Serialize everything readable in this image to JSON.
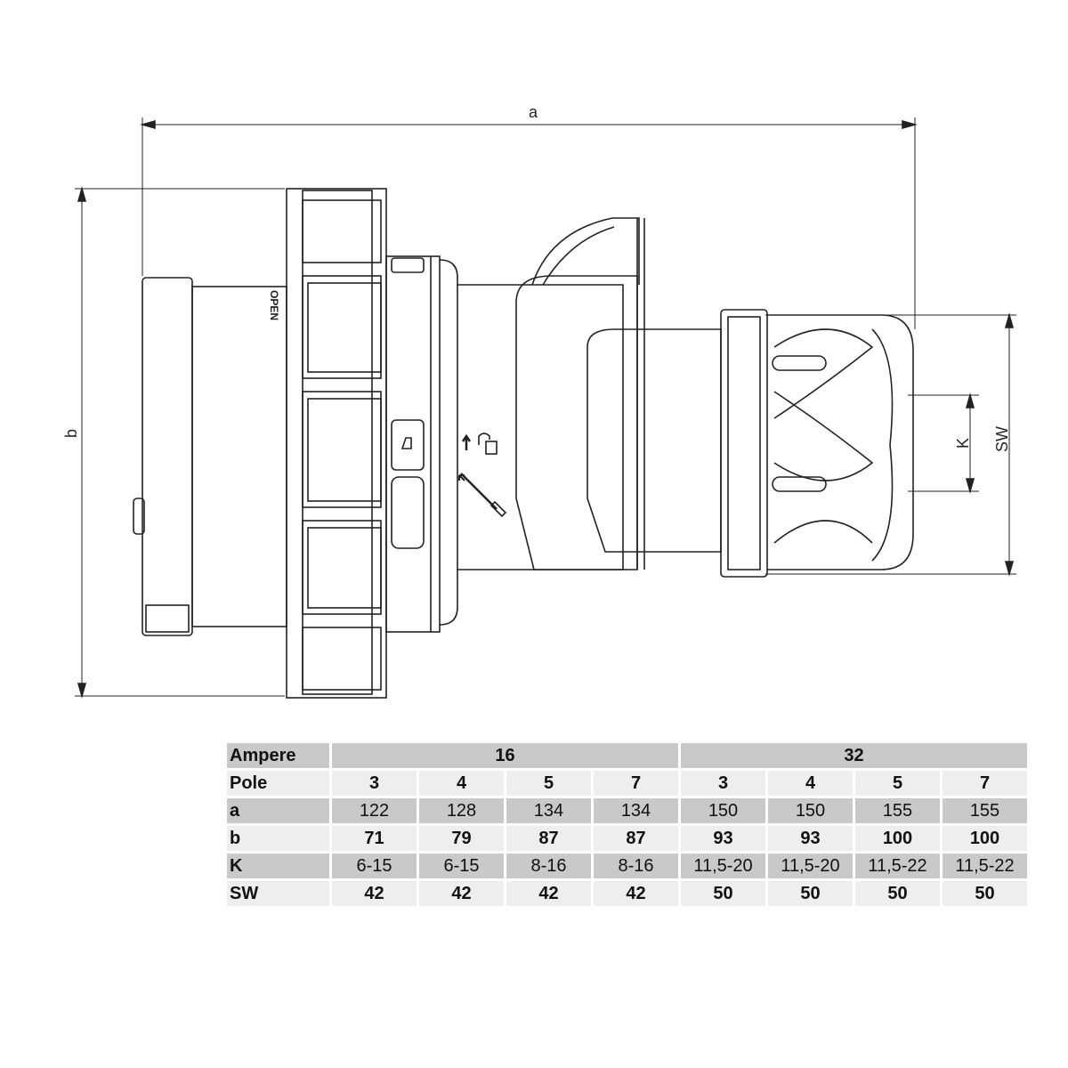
{
  "dimensions": {
    "a": "a",
    "b": "b",
    "K": "K",
    "SW": "SW"
  },
  "table": {
    "ampere": {
      "label": "Ampere",
      "groups": [
        "16",
        "32"
      ]
    },
    "rows": [
      {
        "label": "Pole",
        "values": [
          "3",
          "4",
          "5",
          "7",
          "3",
          "4",
          "5",
          "7"
        ]
      },
      {
        "label": "a",
        "values": [
          "122",
          "128",
          "134",
          "134",
          "150",
          "150",
          "155",
          "155"
        ]
      },
      {
        "label": "b",
        "values": [
          "71",
          "79",
          "87",
          "87",
          "93",
          "93",
          "100",
          "100"
        ]
      },
      {
        "label": "K",
        "values": [
          "6-15",
          "6-15",
          "8-16",
          "8-16",
          "11,5-20",
          "11,5-20",
          "11,5-22",
          "11,5-22"
        ]
      },
      {
        "label": "SW",
        "values": [
          "42",
          "42",
          "42",
          "42",
          "50",
          "50",
          "50",
          "50"
        ]
      }
    ]
  },
  "marking": "OPEN"
}
